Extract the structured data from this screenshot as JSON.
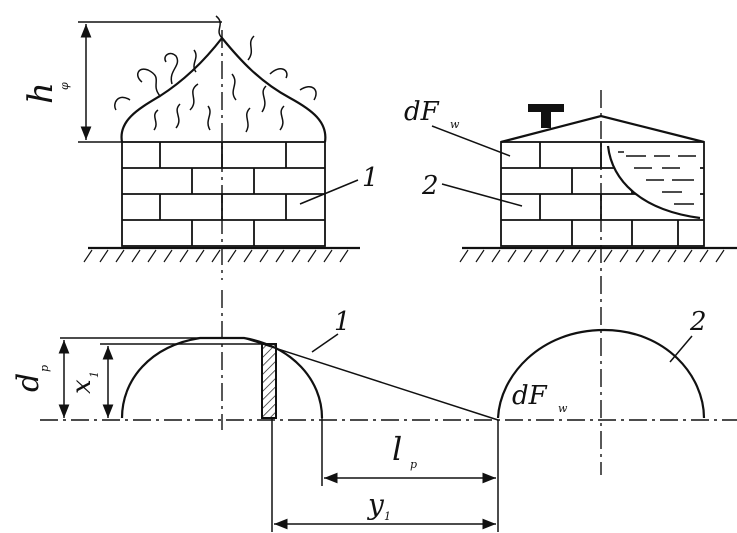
{
  "labels": {
    "h_phi": {
      "main": "h",
      "sub": "φ"
    },
    "dF_w_top": {
      "main": "dF",
      "sub": "w"
    },
    "dF_w_bottom": {
      "main": "dF",
      "sub": "w"
    },
    "num_1_top": "1",
    "num_2_top": "2",
    "num_1_bottom": "1",
    "num_2_bottom": "2",
    "d_p": {
      "main": "d",
      "sub": "p"
    },
    "x_1": {
      "main": "x",
      "sub": "1"
    },
    "l_p": {
      "main": "l",
      "sub": "p"
    },
    "y_1": {
      "main": "y",
      "sub": "1"
    }
  }
}
